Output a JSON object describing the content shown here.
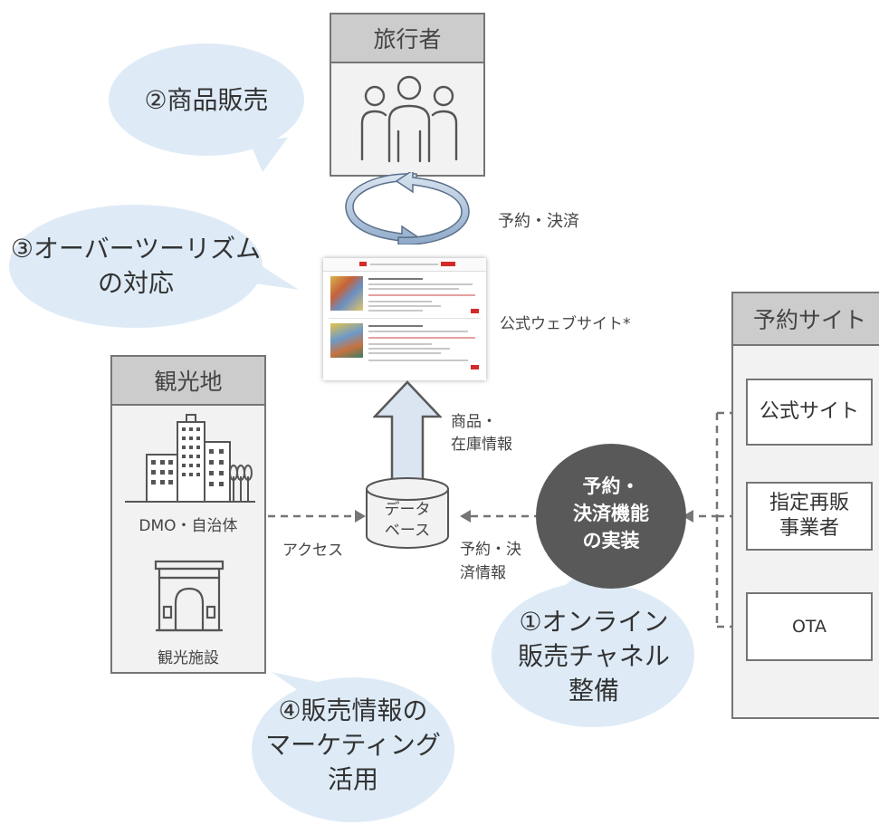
{
  "traveler": {
    "title": "旅行者"
  },
  "tourist_area": {
    "title": "観光地",
    "dmo_label": "DMO・自治体",
    "facility_label": "観光施設"
  },
  "booking_sites": {
    "title": "予約サイト",
    "items": [
      "公式サイト",
      "指定再販\n事業者",
      "OTA"
    ]
  },
  "bubbles": {
    "sales": "②商品販売",
    "overtourism": "③オーバーツーリズム\nの対応",
    "marketing": "④販売情報の\nマーケティング\n活用",
    "online": "①オンライン\n販売チャネル\n整備"
  },
  "labels": {
    "reservation_payment": "予約・決済",
    "official_website": "公式ウェブサイト*",
    "product_inventory": "商品・\n在庫情報",
    "access": "アクセス",
    "reservation_payment_info": "予約・決\n済情報"
  },
  "database": {
    "label": "データ\nベース"
  },
  "function": {
    "label": "予約・\n決済機能\nの実装"
  },
  "colors": {
    "bubble": "#deebf7",
    "panel_header": "#cccccc",
    "panel_body": "#f2f2f2",
    "border": "#757575",
    "arrow_fill": "#dae5f1",
    "dark_circle": "#595959"
  }
}
